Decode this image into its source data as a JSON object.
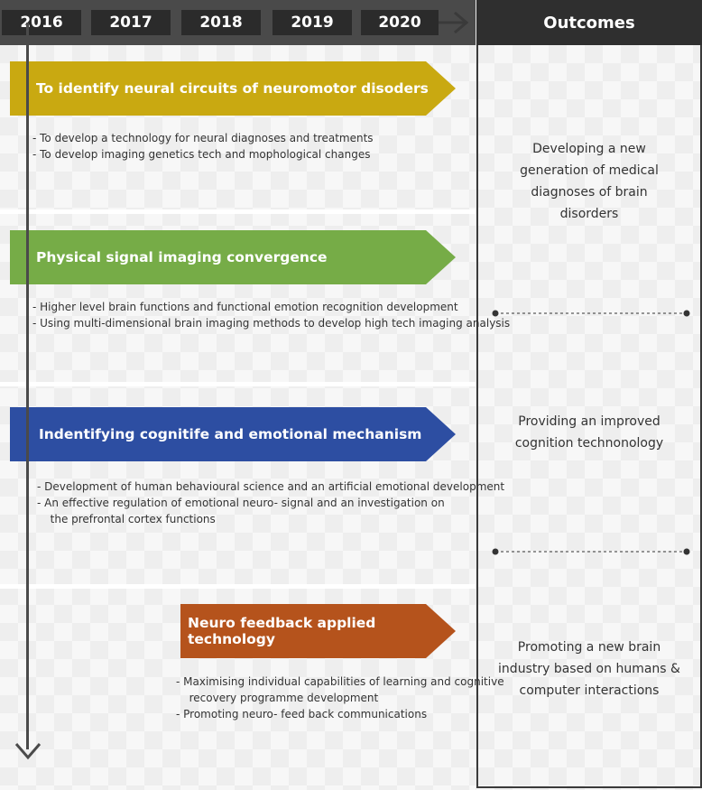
{
  "years": [
    "2016",
    "2017",
    "2018",
    "2019",
    "2020"
  ],
  "outcomes_header": "Outcomes",
  "rows": [
    {
      "title": "To identify neural circuits of neuromotor disoders",
      "color": "#c9a911",
      "bullets": [
        "- To develop a technology for neural diagnoses and treatments",
        "- To develop imaging genetics tech and mophological changes"
      ]
    },
    {
      "title": "Physical signal imaging convergence",
      "color": "#76ac47",
      "bullets": [
        "- Higher level brain functions and functional emotion recognition development",
        "- Using multi-dimensional brain imaging methods to develop high tech imaging analysis"
      ]
    },
    {
      "title": "Indentifying cognitife and emotional mechanism",
      "color": "#2d4ea2",
      "bullets": [
        "- Development of human behavioural science and an artificial emotional development",
        "- An effective regulation of emotional neuro- signal and an investigation on",
        "  the prefrontal cortex functions"
      ]
    },
    {
      "title": "Neuro feedback applied technology",
      "color": "#b5531c",
      "bullets": [
        "- Maximising individual capabilities of learning and cognitive",
        "  recovery programme development",
        "- Promoting neuro- feed back communications"
      ]
    }
  ],
  "outcomes": [
    [
      "Developing a new",
      "generation of medical",
      "diagnoses of brain",
      "disorders"
    ],
    [
      "Providing an improved",
      "cognition technonology"
    ],
    [
      "Promoting a new brain",
      "industry based on humans &",
      "computer interactions"
    ]
  ]
}
